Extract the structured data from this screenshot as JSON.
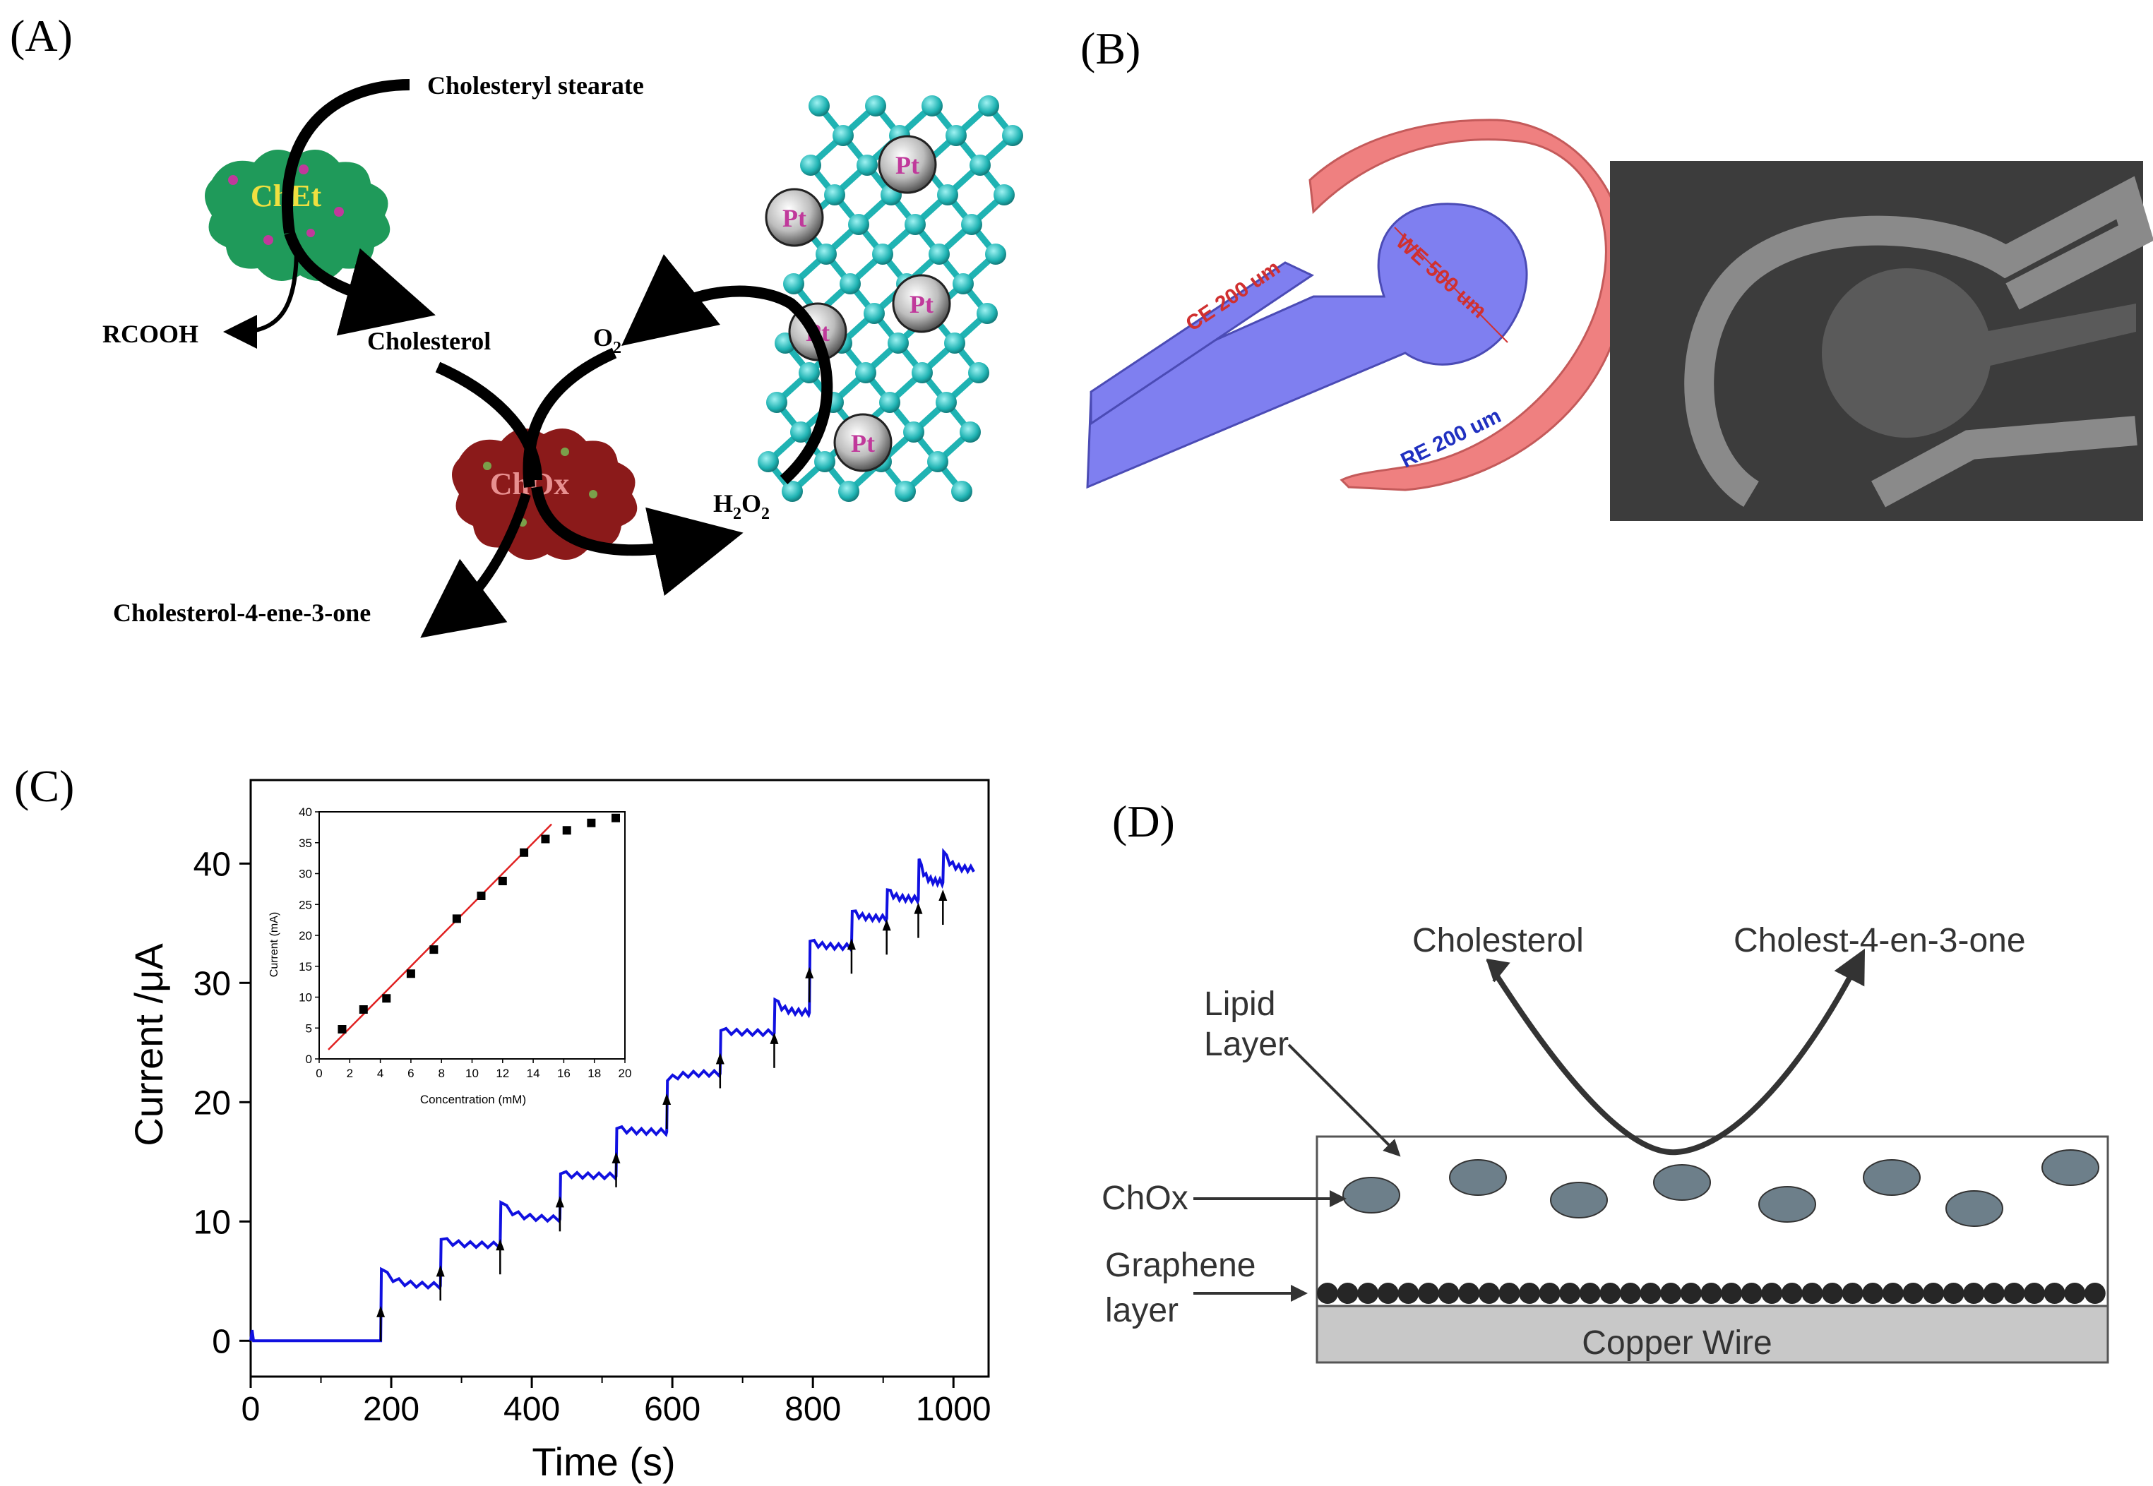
{
  "panels": {
    "a": {
      "label": "(A)",
      "species": {
        "cholesteryl_stearate": "Cholesteryl stearate",
        "rcooh": "RCOOH",
        "cholesterol": "Cholesterol",
        "o2_base": "O",
        "o2_sub": "2",
        "h2o2_h": "H",
        "h2o2_sub1": "2",
        "h2o2_o": "O",
        "h2o2_sub2": "2",
        "cholestenone": "Cholesterol-4-ene-3-one"
      },
      "enzymes": {
        "chet": "ChEt",
        "chox": "ChOx"
      },
      "pt_label": "Pt",
      "colors": {
        "graphene": "#1fb3b3",
        "chet": "#1f9a5a",
        "chox": "#8b1a1a",
        "pt_text": "#c0399b"
      }
    },
    "b": {
      "label": "(B)",
      "electrodes": {
        "ce": "CE 200 um",
        "we": "WE 500 um",
        "re": "RE 200 um"
      },
      "colors": {
        "ce_we": "#7f7ff0",
        "re": "#ef8080",
        "photo_bg": "#3c3c3c",
        "photo_pattern": "#8a8a8a"
      }
    },
    "c": {
      "label": "(C)",
      "ylabel": "Current /μA",
      "xlabel": "Time (s)",
      "inset": {
        "ylabel": "Current (mA)",
        "xlabel": "Concentration (mM)"
      }
    },
    "d": {
      "label": "(D)",
      "labels": {
        "cholesterol": "Cholesterol",
        "product": "Cholest-4-en-3-one",
        "lipid_line1": "Lipid",
        "lipid_line2": "Layer",
        "chox": "ChOx",
        "graphene_line1": "Graphene",
        "graphene_line2": "layer",
        "copper": "Copper Wire"
      },
      "colors": {
        "ellipse": "#6d7f8a",
        "copper": "#c8c8c8",
        "graphene": "#262626"
      }
    }
  },
  "chart_data": [
    {
      "type": "line",
      "panel": "C-main",
      "xlabel": "Time (s)",
      "ylabel": "Current /μA",
      "xlim": [
        0,
        1050
      ],
      "ylim": [
        -3,
        47
      ],
      "xticks": [
        0,
        200,
        400,
        600,
        800,
        1000
      ],
      "yticks": [
        0,
        10,
        20,
        30,
        40
      ],
      "series_color": "#1010e0",
      "steps": [
        {
          "t": 185,
          "peak": 6.0,
          "level": 4.6
        },
        {
          "t": 270,
          "peak": 8.5,
          "level": 8.0
        },
        {
          "t": 355,
          "peak": 11.6,
          "level": 10.2
        },
        {
          "t": 440,
          "peak": 14.0,
          "level": 13.8
        },
        {
          "t": 520,
          "peak": 17.8,
          "level": 17.5
        },
        {
          "t": 592,
          "peak": 21.8,
          "level": 22.4
        },
        {
          "t": 668,
          "peak": 26.0,
          "level": 25.8
        },
        {
          "t": 745,
          "peak": 28.6,
          "level": 27.5
        },
        {
          "t": 795,
          "peak": 33.5,
          "level": 33.0
        },
        {
          "t": 855,
          "peak": 36.0,
          "level": 35.4
        },
        {
          "t": 905,
          "peak": 37.8,
          "level": 37.0
        },
        {
          "t": 950,
          "peak": 40.4,
          "level": 38.4
        },
        {
          "t": 985,
          "peak": 41.0,
          "level": 39.5
        }
      ],
      "baseline": 0,
      "t_end": 1030,
      "arrows_at": [
        185,
        270,
        355,
        440,
        520,
        592,
        668,
        745,
        795,
        855,
        905,
        950,
        985
      ]
    },
    {
      "type": "scatter",
      "panel": "C-inset",
      "xlabel": "Concentration (mM)",
      "ylabel": "Current (mA)",
      "xlim": [
        0,
        20
      ],
      "ylim": [
        0,
        40
      ],
      "xticks": [
        0,
        2,
        4,
        6,
        8,
        10,
        12,
        14,
        16,
        18,
        20
      ],
      "yticks": [
        0,
        5,
        10,
        15,
        20,
        25,
        30,
        35,
        40
      ],
      "x": [
        1.5,
        2.9,
        4.4,
        6.0,
        7.5,
        9.0,
        10.6,
        12.0,
        13.4,
        14.8,
        16.2,
        17.8,
        19.4
      ],
      "y": [
        4.8,
        8.0,
        9.8,
        13.8,
        17.7,
        22.7,
        26.4,
        28.8,
        33.4,
        35.6,
        37.0,
        38.2,
        39.0
      ],
      "fit": {
        "x": [
          0.6,
          15.2
        ],
        "y": [
          1.5,
          38.0
        ],
        "color": "#e02020"
      }
    }
  ]
}
